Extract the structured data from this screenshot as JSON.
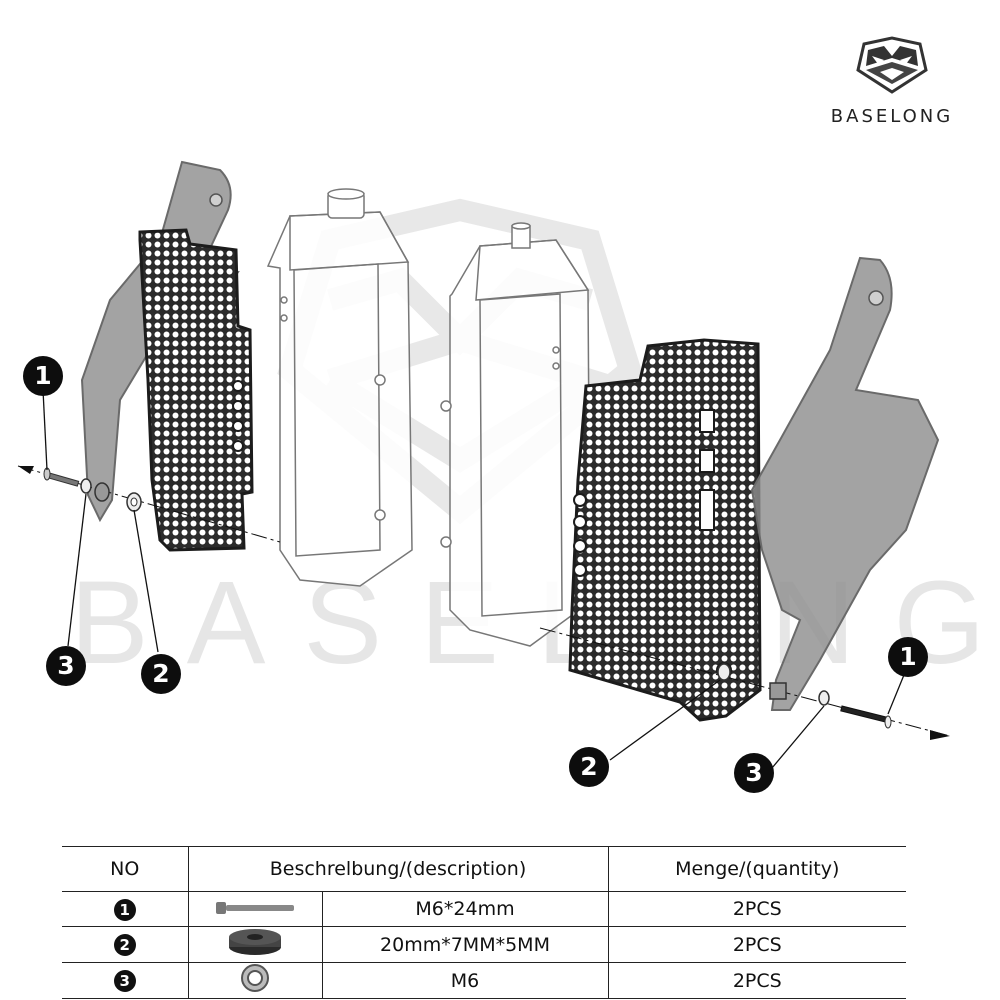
{
  "brand": {
    "name": "BASELONG",
    "logo_icon": "baselong-mask-logo"
  },
  "watermark": {
    "text": "BASELONG"
  },
  "callouts": {
    "left_bolt": "1",
    "left_washer": "3",
    "left_spacer": "2",
    "right_spacer": "2",
    "right_washer": "3",
    "right_bolt": "1"
  },
  "parts_table": {
    "headers": {
      "no": "NO",
      "description": "Beschrelbung/(description)",
      "quantity": "Menge/(quantity)"
    },
    "rows": [
      {
        "no": "1",
        "icon": "bolt-icon",
        "description": "M6*24mm",
        "quantity": "2PCS"
      },
      {
        "no": "2",
        "icon": "rubber-spacer-icon",
        "description": "20mm*7MM*5MM",
        "quantity": "2PCS"
      },
      {
        "no": "3",
        "icon": "washer-icon",
        "description": "M6",
        "quantity": "2PCS"
      }
    ]
  },
  "colors": {
    "grille": "#2b2b2b",
    "guard": "#8f8f8f",
    "outline": "#555555",
    "watermark": "#e6e6e6"
  }
}
